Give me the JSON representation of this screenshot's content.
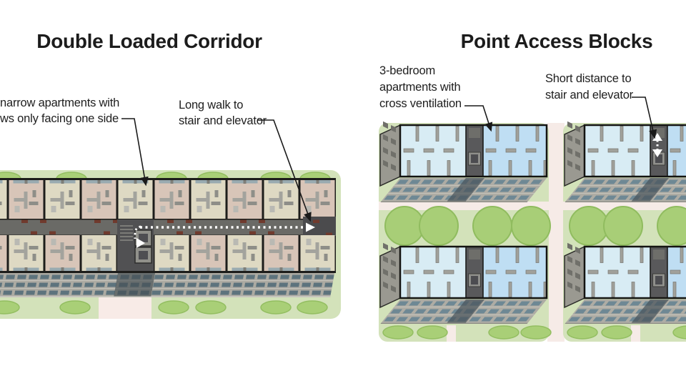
{
  "figure": {
    "type": "architecture-comparison-diagram",
    "left_panel": {
      "title": "Double Loaded Corridor",
      "callouts": {
        "narrow_apartments": {
          "line1": "narrow apartments with",
          "line2": "ws only facing one side"
        },
        "long_walk": {
          "line1": "Long walk to",
          "line2": "stair and elevator"
        }
      }
    },
    "right_panel": {
      "title": "Point Access Blocks",
      "callouts": {
        "three_bedroom": {
          "line1": "3-bedroom",
          "line2": "apartments with",
          "line3": "cross ventilation"
        },
        "short_distance": {
          "line1": "Short distance to",
          "line2": "stair and elevator"
        }
      }
    },
    "colors": {
      "background": "#ffffff",
      "title_text": "#1c1c1c",
      "label_text": "#1e1e1e",
      "lawn_green": "#d3e2ba",
      "bush_green": "#a9cf77",
      "tree_green": "#a8ce77",
      "path_pink": "#f6ebe7",
      "corridor_gray": "#6a6a66",
      "core_gray": "#515153",
      "unit_cream": "#ded9c3",
      "unit_tan": "#d8c5b8",
      "plan_cyan": "#d8ecf4",
      "plan_blue": "#bfdef3",
      "facade_gray": "#acaaa2",
      "window_blue": "#5d737d",
      "door_red": "#703a2d",
      "route_white": "#ffffff"
    }
  }
}
